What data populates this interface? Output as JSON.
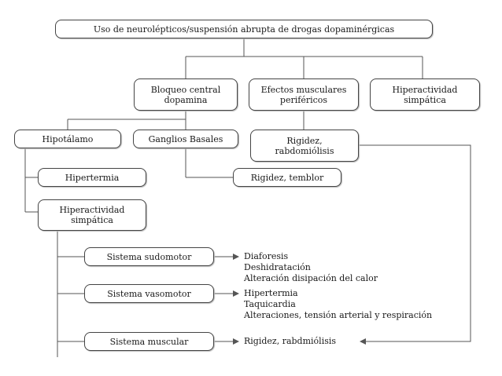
{
  "nodes": {
    "root": "Uso de neurolépticos/suspensión abrupta de drogas dopaminérgicas",
    "bloqueo": "Bloqueo central\ndopamina",
    "efectos": "Efectos musculares\nperiféricos",
    "hiper_simp_top": "Hiperactividad\nsimpática",
    "hipotalamo": "Hipotálamo",
    "ganglios": "Ganglios Basales",
    "rigidez_rabdo": "Rigidez,\nrabdomiólisis",
    "rigidez_temblor": "Rigidez, temblor",
    "hipertermia": "Hipertermia",
    "hiper_simp": "Hiperactividad\nsimpática",
    "sudomotor": "Sistema sudomotor",
    "vasomotor": "Sistema vasomotor",
    "muscular": "Sistema muscular"
  },
  "outcomes": {
    "sudomotor": [
      "Diaforesis",
      "Deshidratación",
      "Alteración disipación del calor"
    ],
    "vasomotor": [
      "Hipertermia",
      "Taquicardia",
      "Alteraciones, tensión arterial y respiración"
    ],
    "muscular": [
      "Rigidez, rabdmiólisis"
    ]
  },
  "colors": {
    "line": "#555555",
    "border": "#444444",
    "text": "#1a1a1a"
  }
}
